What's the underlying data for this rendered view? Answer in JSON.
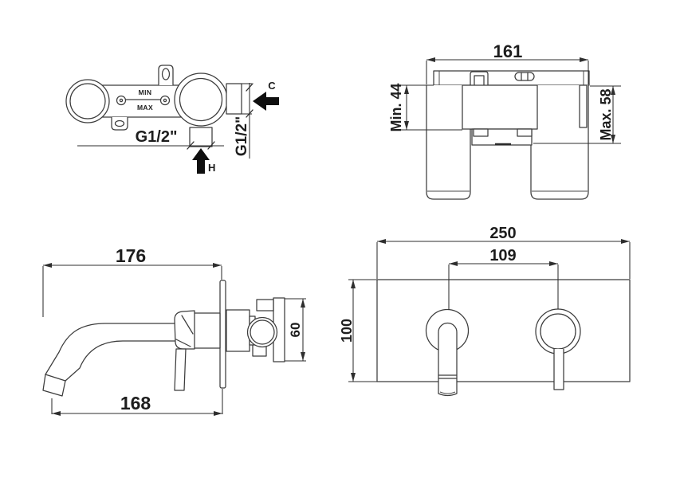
{
  "meta": {
    "background": "#ffffff",
    "line_color": "#3c3c3c",
    "dim_color": "#2e2e2e",
    "arrow_color": "#0f0f0f",
    "text_color": "#1d1d1d"
  },
  "views": {
    "rough_in_front": {
      "labels": {
        "min": "MIN",
        "max": "MAX",
        "thread_bottom": "G1/2\"",
        "thread_side": "G1/2\"",
        "cold": "C",
        "hot": "H"
      }
    },
    "rough_in_top": {
      "dims": {
        "overall_width": "161",
        "min_depth": "Min. 44",
        "max_depth": "Max. 58"
      }
    },
    "trim_side": {
      "dims": {
        "spout_reach": "176",
        "outlet_reach": "168",
        "valve_height": "60"
      }
    },
    "trim_front": {
      "dims": {
        "plate_width": "250",
        "hole_spacing": "109",
        "plate_height": "100"
      }
    }
  }
}
